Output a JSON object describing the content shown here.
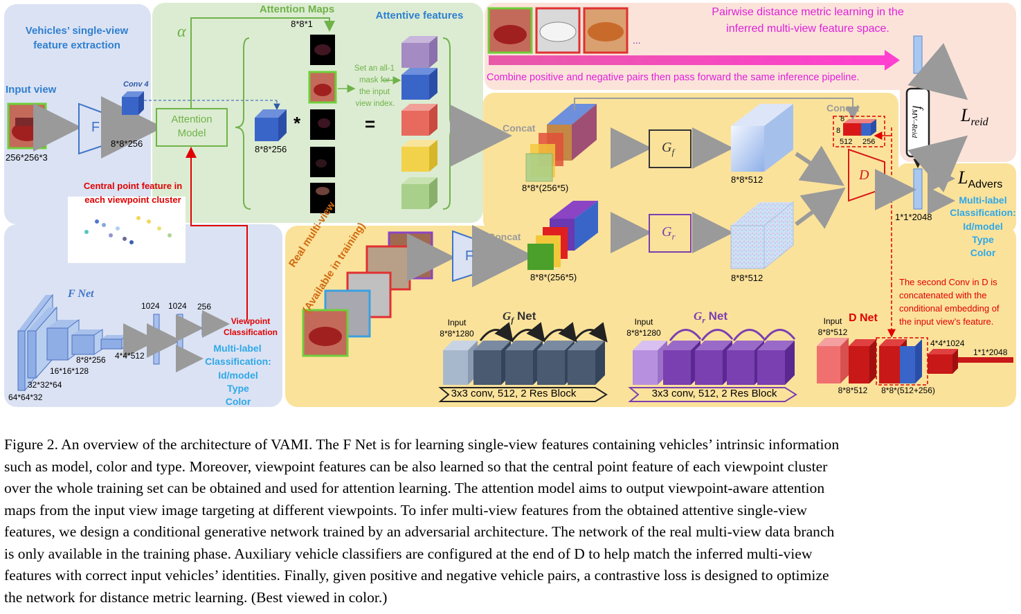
{
  "panel_single_view": {
    "title_line1": "Vehicles’ single-view",
    "title_line2": "feature extraction",
    "input_view": "Input view",
    "input_size": "256*256*3",
    "f_label": "F",
    "conv4": "Conv 4",
    "feat_size": "8*8*256",
    "central_line1": "Central point feature in",
    "central_line2": "each viewpoint cluster"
  },
  "panel_attention": {
    "alpha": "α",
    "attention_maps": "Attention Maps",
    "maps_size": "8*8*1",
    "attention_model_line1": "Attention",
    "attention_model_line2": "Model",
    "feat_size": "8*8*256",
    "star": "*",
    "equals": "=",
    "mask_note": [
      "Set an all-1",
      "mask for",
      "the input",
      "view index."
    ],
    "attentive_features": "Attentive features"
  },
  "panel_pairs": {
    "title_line1": "Pairwise distance metric learning in the",
    "title_line2": "inferred multi-view feature space.",
    "ellipsis": "...",
    "combine_text": "Combine positive and negative pairs then pass forward the same inference pipeline."
  },
  "panel_inference": {
    "concat_1": "Concat",
    "concat_size_1": "8*8*(256*5)",
    "gf": "G",
    "gf_sub": "f",
    "gf_out": "8*8*512",
    "concat_top": "Concat",
    "d_in_8a": "8",
    "d_in_8b": "8",
    "d_in_512": "512",
    "d_in_256": "256",
    "d_label": "D",
    "fmv_main": "f",
    "fmv_sub": "MV–Reid",
    "l_reid": "L",
    "l_reid_sub": "reid",
    "l_advers": "L",
    "l_advers_sub": "Advers",
    "out_size": "1*1*2048",
    "multi_label": [
      "Multi-label",
      "Classification:",
      "Id/model",
      "Type",
      "Color"
    ]
  },
  "panel_real": {
    "real_line1": "Real multi-view",
    "real_line2": "(Available in training)",
    "f_label": "F",
    "concat": "Concat",
    "concat_size": "8*8*(256*5)",
    "gr": "G",
    "gr_sub": "r",
    "gr_out": "8*8*512"
  },
  "fnet": {
    "title": "F Net",
    "sizes": [
      "64*64*32",
      "32*32*64",
      "16*16*128",
      "8*8*256",
      "4*4*512"
    ],
    "fc_sizes": [
      "1024",
      "1024",
      "256"
    ],
    "viewpoint_line1": "Viewpoint",
    "viewpoint_line2": "Classification",
    "multi_label": [
      "Multi-label",
      "Classification:",
      "Id/model",
      "Type",
      "Color"
    ]
  },
  "gfnet": {
    "title": "G",
    "title_sub": "f",
    "title_suffix": " Net",
    "input_line1": "Input",
    "input_line2": "8*8*1280",
    "banner": "3x3 conv, 512, 2 Res Block"
  },
  "grnet": {
    "title": "G",
    "title_sub": "r",
    "title_suffix": " Net",
    "input_line1": "Input",
    "input_line2": "8*8*1280",
    "banner": "3x3 conv, 512, 2 Res Block"
  },
  "dnet": {
    "title": "D Net",
    "input_line1": "Input",
    "input_line2": "8*8*512",
    "sizes": [
      "8*8*512",
      "8*8*(512+256)",
      "4*4*1024",
      "1*1*2048"
    ],
    "note": [
      "The second Conv in D is",
      "concatenated with the",
      "conditional embedding of",
      "the input view’s feature."
    ]
  },
  "caption": {
    "lines": [
      "Figure 2. An overview of the architecture of VAMI. The F Net is for learning single-view features containing vehicles’ intrinsic information",
      "such as model, color and type. Moreover, viewpoint features can be also learned so that the central point feature of each viewpoint cluster",
      "over the whole training set can be obtained and used for attention learning. The attention model aims to output viewpoint-aware attention",
      "maps from the input view image targeting at different viewpoints.  To infer multi-view features from the obtained attentive single-view",
      "features, we design a conditional generative network trained by an adversarial architecture. The network of the real multi-view data branch",
      "is only available in the training phase.  Auxiliary vehicle classifiers are configured at the end of D to help match the inferred multi-view",
      "features with correct input vehicles’ identities. Finally, given positive and negative vehicle pairs, a contrastive loss is designed to optimize",
      "the network for distance metric learning. (Best viewed in color.)"
    ]
  },
  "colors": {
    "panel_blue": "#dbe2f3",
    "panel_green": "#dcecd2",
    "panel_pink": "#fbe3da",
    "panel_yellow": "#fbe29b",
    "accent_blue": "#2f7fd0",
    "accent_red": "#e00000",
    "accent_magenta": "#e020d8"
  }
}
